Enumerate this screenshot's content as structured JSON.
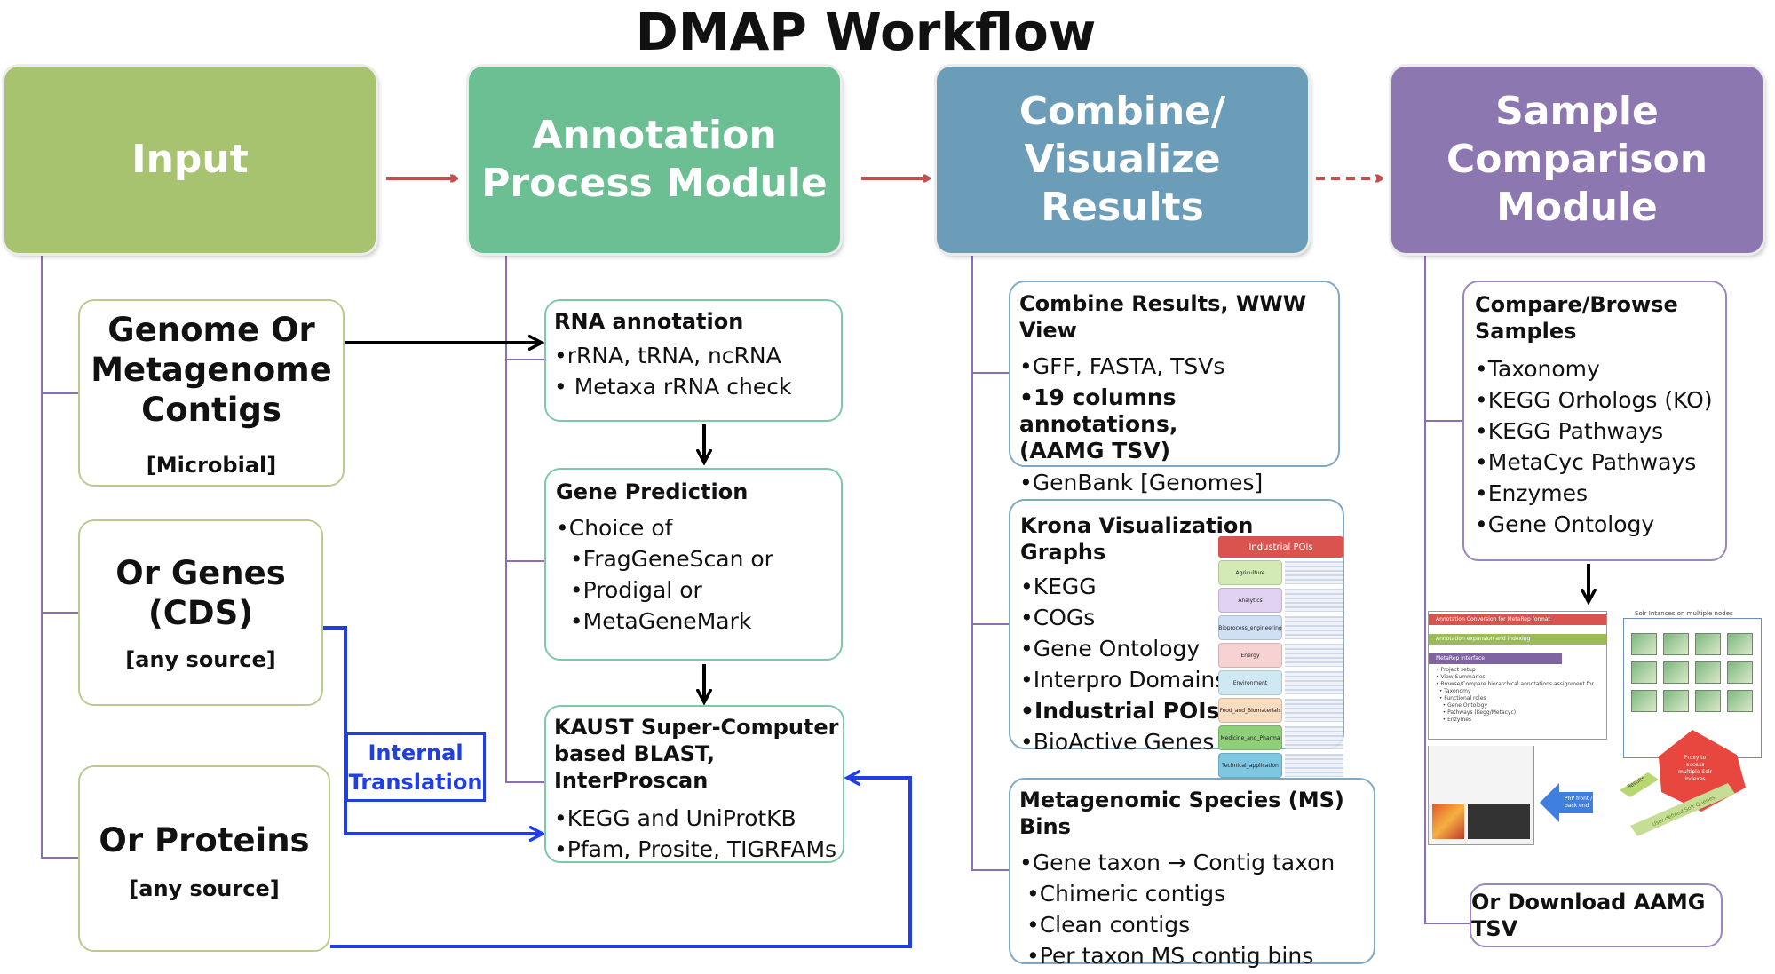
{
  "title": "DMAP Workflow",
  "headers": {
    "input": "Input",
    "annotation": "Annotation\nProcess Module",
    "combine": "Combine/\nVisualize Results",
    "sample": "Sample\nComparison\nModule"
  },
  "inputs": {
    "genome": {
      "title": "Genome Or\nMetagenome\nContigs",
      "source": "[Microbial]"
    },
    "genes": {
      "title": "Or Genes\n(CDS)",
      "source": "[any source]"
    },
    "proteins": {
      "title": "Or Proteins",
      "source": "[any source]"
    },
    "translation": "Internal\nTranslation"
  },
  "annotation": {
    "rna": {
      "title": "RNA annotation",
      "items": [
        "•rRNA, tRNA, ncRNA",
        "• Metaxa rRNA check"
      ]
    },
    "gene": {
      "title": "Gene Prediction",
      "items": [
        "•Choice of",
        "  •FragGeneScan or",
        "  •Prodigal or",
        "  •MetaGeneMark"
      ]
    },
    "kaust": {
      "title": "KAUST Super-Computer\nbased BLAST, InterProscan",
      "items": [
        "•KEGG and UniProtKB",
        "•Pfam, Prosite, TIGRFAMs"
      ]
    }
  },
  "combine": {
    "www": {
      "title": "Combine Results, WWW View",
      "items": [
        "•GFF, FASTA, TSVs",
        "•19 columns annotations,\n  (AAMG TSV)",
        "•GenBank [Genomes]"
      ]
    },
    "krona": {
      "title": "Krona Visualization Graphs",
      "items": [
        "•KEGG",
        "•COGs",
        "•Gene Ontology",
        "•Interpro Domains",
        "•Industrial POIs",
        "•BioActive Genes"
      ],
      "thumb_header": "Industrial POIs",
      "thumb_rows": [
        "Agriculture",
        "Analytics",
        "Bioprocess_engineering",
        "Energy",
        "Environment",
        "Food_and_Biomaterials",
        "Medicine_and_Pharma",
        "Technical_application"
      ]
    },
    "ms": {
      "title": "Metagenomic Species (MS) Bins",
      "items": [
        "•Gene taxon → Contig taxon",
        " •Chimeric contigs",
        " •Clean contigs",
        " •Per taxon MS contig bins"
      ]
    }
  },
  "sample": {
    "compare": {
      "title": "Compare/Browse\nSamples",
      "items": [
        "•Taxonomy",
        "•KEGG Orhologs (KO)",
        "•KEGG Pathways",
        "•MetaCyc Pathways",
        "•Enzymes",
        "•Gene Ontology"
      ]
    },
    "collage": {
      "solr_title": "Solr Intances on multiple nodes",
      "bar1": "Annotation Conversion for MetaRep format",
      "bar2": "Annotation expansion and indexing",
      "bar3": "MetaRep interface",
      "menu": "• Project setup\n• View Summaries\n• Browse/Compare hierarchical annotations assignment for\n  • Taxonomy\n  • Functional roles\n    • Gene Ontology\n    • Pathways (Kegg/Metacyc)\n    • Enzymes",
      "proxy": "Proxy to\naccess\nmultiple Solr\nindexes",
      "php": "PhP front /\nback end",
      "results": "Results",
      "queries": "User defined Solr Queries"
    },
    "download": "Or Download AAMG TSV"
  },
  "colors": {
    "input": "#a7c36f",
    "annotation": "#6cbe93",
    "combine": "#6c9db8",
    "sample": "#8d77b0",
    "arrow_red": "#c0504d",
    "translation_blue": "#1f3ee6"
  }
}
